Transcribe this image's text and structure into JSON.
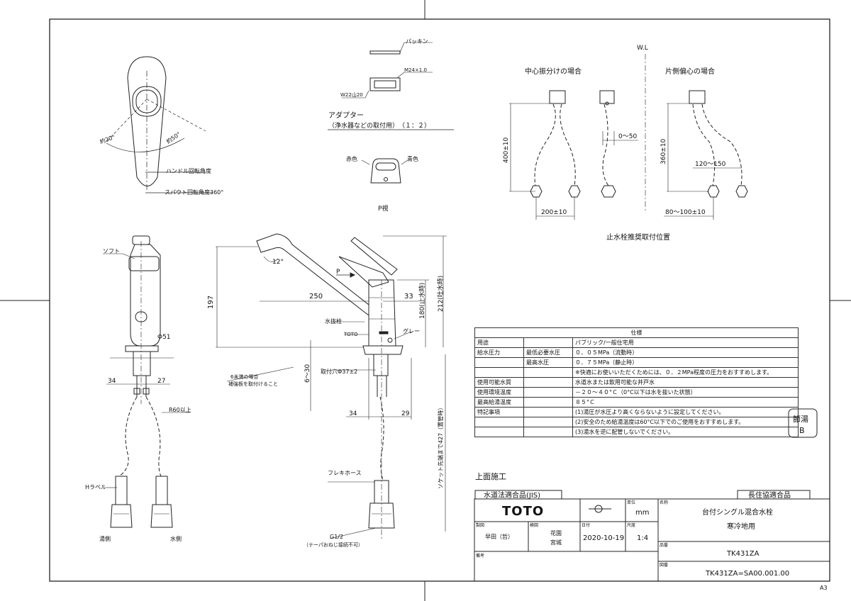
{
  "title_block": {
    "jis_label": "水道法適合品(JIS)",
    "choju_label": "長住協適合品",
    "brand": "TOTO",
    "unit_head": "単位",
    "unit": "mm",
    "name_head": "名称",
    "name_line1": "台付シングル混合水栓",
    "name_line2": "寒冷地用",
    "drafter_head": "製図",
    "drafter": "早田（哲）",
    "checker_head": "検図",
    "checker_1": "花園",
    "checker_2": "宮城",
    "date_head": "日付",
    "date": "2020-10-19",
    "scale_head": "尺度",
    "scale": "1:4",
    "part_head": "品番",
    "part": "TK431ZA",
    "notes_head": "備考",
    "drawing_head": "図番",
    "drawing_no": "TK431ZA=SA00.001.00"
  },
  "spec": {
    "heading": "仕様",
    "rows": [
      {
        "label": "用途",
        "sub": "",
        "value": "パブリック/一般住宅用"
      },
      {
        "label": "給水圧力",
        "sub": "最低必要水圧",
        "value": "０．０５MPa（流動時）"
      },
      {
        "label": "",
        "sub": "最高水圧",
        "value": "０．７５MPa（静止時）"
      },
      {
        "label": "",
        "sub": "",
        "value": "※快適にお使いいただくためには、０．２MPa程度の圧力をおすすめします。"
      },
      {
        "label": "使用可能水質",
        "sub": "",
        "value": "水道水または飲用可能な井戸水"
      },
      {
        "label": "使用環境温度",
        "sub": "",
        "value": "－２０～４０°Ｃ（0°C以下は水を抜いた状態）"
      },
      {
        "label": "最高給湯温度",
        "sub": "",
        "value": "８５°Ｃ"
      },
      {
        "label": "特記事項",
        "sub": "",
        "value": "(1)湯圧が水圧より高くならないように設定してください。"
      },
      {
        "label": "",
        "sub": "",
        "value": "(2)安全のため給湯温度は60°C以下でのご使用をおすすめします。"
      },
      {
        "label": "",
        "sub": "",
        "value": "(3)湯水を逆に配管しないでください。"
      }
    ]
  },
  "labels": {
    "setsuto": "節湯",
    "setsuto_b": "B",
    "top_install": "上面施工",
    "sheet": "A3",
    "packing": "パッキン",
    "m24": "M24×1.0",
    "w22": "W22山20",
    "adapter": "アダプター",
    "adapter_sub": "（浄水器などの取付用）　（１：２）",
    "red": "赤色",
    "blue": "青色",
    "p_view": "P視",
    "wl": "W.L",
    "center": "中心振分けの場合",
    "one_side": "片側偏心の場合",
    "valve_pos": "止水栓推奨取付位置",
    "handle_angle": "ハンドル回転角度",
    "spout_angle": "スパウト回転角度360°",
    "approx20": "約20°",
    "approx50": "約50°",
    "soft": "ソフト",
    "d51": "Φ51",
    "gray": "グレー",
    "drain": "水抜栓",
    "toto_small": "TOTO",
    "mount_hole": "取付穴Φ37±2",
    "reinforce1": "6未満の場合",
    "reinforce2": "補強板を取付けること",
    "r60": "R60以上",
    "h_label": "Hラベル",
    "hot_side": "湯側",
    "cold_side": "水側",
    "flex_hose": "フレキホース",
    "g12": "G1/2",
    "taper": "（テーパおねじ接続不可）",
    "socket": "ソケット先端まで427（置管時）",
    "p_arrow": "P",
    "d12": "12°",
    "d197": "197",
    "d250": "250",
    "d33": "33",
    "d180": "180(止水時)",
    "d212": "212(吐水時)",
    "d6_30": "6～30",
    "d34a": "34",
    "d27": "27",
    "d34b": "34",
    "d29": "29",
    "d400": "400±10",
    "d200": "200±10",
    "d0_50": "0～50",
    "d360": "360±10",
    "d120": "120～150",
    "d80": "80～100±10"
  }
}
